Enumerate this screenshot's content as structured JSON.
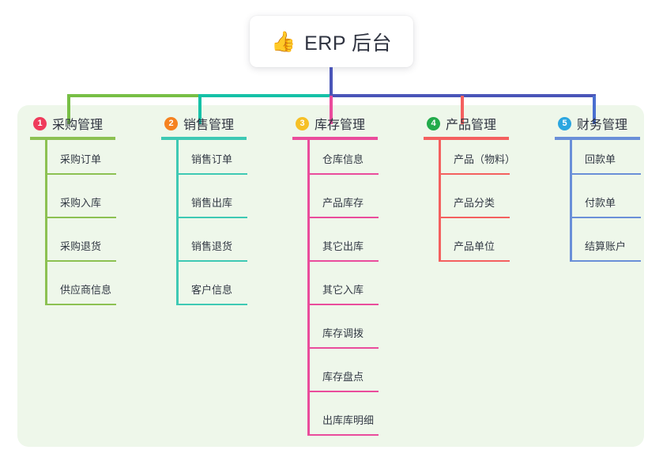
{
  "root": {
    "icon": "thumbs-up-icon",
    "emoji": "👍",
    "title": "ERP 后台"
  },
  "palette": {
    "canvas": "#ffffff",
    "panel_bg": "#eef7ea",
    "card_bg": "#ffffff",
    "trunk": "#4a55b8",
    "bar_green": "#77bf45",
    "bar_teal": "#15c1a7",
    "bar_blue": "#4a55b8"
  },
  "columns": [
    {
      "number": "1",
      "title": "采购管理",
      "badge_color": "#ef3b5b",
      "line_color": "#8cc152",
      "items": [
        "采购订单",
        "采购入库",
        "采购退货",
        "供应商信息"
      ]
    },
    {
      "number": "2",
      "title": "销售管理",
      "badge_color": "#f58220",
      "line_color": "#3ec9b4",
      "items": [
        "销售订单",
        "销售出库",
        "销售退货",
        "客户信息"
      ]
    },
    {
      "number": "3",
      "title": "库存管理",
      "badge_color": "#f6c026",
      "line_color": "#ea4c9c",
      "items": [
        "仓库信息",
        "产品库存",
        "其它出库",
        "其它入库",
        "库存调拨",
        "库存盘点",
        "出库库明细"
      ]
    },
    {
      "number": "4",
      "title": "产品管理",
      "badge_color": "#22ab4b",
      "line_color": "#f4605f",
      "items": [
        "产品（物料）",
        "产品分类",
        "产品单位"
      ]
    },
    {
      "number": "5",
      "title": "财务管理",
      "badge_color": "#2ba6e0",
      "line_color": "#6a8fd8",
      "items": [
        "回款单",
        "付款单",
        "结算账户"
      ]
    }
  ]
}
